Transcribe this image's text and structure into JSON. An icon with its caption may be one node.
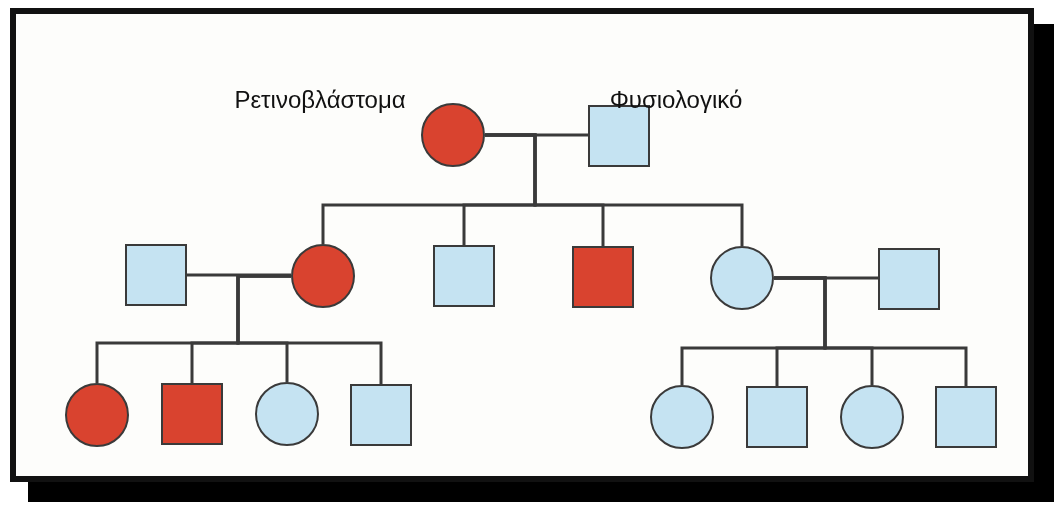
{
  "diagram": {
    "nodes": [
      {
        "text": [],
        "shape": "circle",
        "beside": [
          "Ρετινοβλάστομα"
        ]
      },
      {
        "text": [],
        "shape": "box",
        "beside": [
          "Φυσιολογικό"
        ]
      },
      {
        "text": [],
        "shape": "box"
      },
      {
        "text": [],
        "shape": "circle"
      },
      {
        "text": [],
        "shape": "box"
      },
      {
        "text": [],
        "shape": "box"
      },
      {
        "text": [],
        "shape": "circle"
      },
      {
        "text": [],
        "shape": "box"
      },
      {
        "text": [],
        "shape": "circle"
      },
      {
        "text": [],
        "shape": "box"
      },
      {
        "text": [],
        "shape": "circle"
      },
      {
        "text": [],
        "shape": "box"
      },
      {
        "text": [],
        "shape": "circle"
      },
      {
        "text": [],
        "shape": "box"
      },
      {
        "text": [],
        "shape": "circle"
      },
      {
        "text": [],
        "shape": "box"
      }
    ],
    "edges": [
      {
        "from": 0,
        "to": 1,
        "arrow": "none"
      },
      {
        "from": 0,
        "to": 3,
        "arrow": "none"
      },
      {
        "from": 0,
        "to": 4,
        "arrow": "none"
      },
      {
        "from": 0,
        "to": 5,
        "arrow": "none"
      },
      {
        "from": 0,
        "to": 6,
        "arrow": "none"
      },
      {
        "from": 2,
        "to": 3,
        "arrow": "none"
      },
      {
        "from": 3,
        "to": 8,
        "arrow": "none"
      },
      {
        "from": 3,
        "to": 9,
        "arrow": "none"
      },
      {
        "from": 3,
        "to": 10,
        "arrow": "none"
      },
      {
        "from": 3,
        "to": 11,
        "arrow": "none"
      },
      {
        "from": 6,
        "to": 7,
        "arrow": "none"
      },
      {
        "from": 6,
        "to": 12,
        "arrow": "none"
      },
      {
        "from": 6,
        "to": 13,
        "arrow": "none"
      },
      {
        "from": 6,
        "to": 14,
        "arrow": "none"
      },
      {
        "from": 6,
        "to": 15,
        "arrow": "none"
      }
    ]
  }
}
